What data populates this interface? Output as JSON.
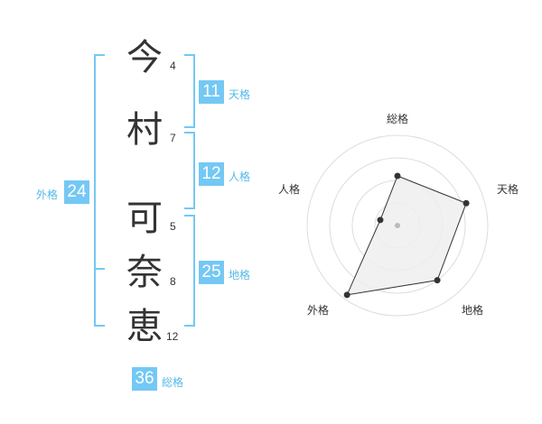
{
  "name": {
    "chars": [
      {
        "char": "今",
        "strokes": "4"
      },
      {
        "char": "村",
        "strokes": "7"
      },
      {
        "char": "可",
        "strokes": "5"
      },
      {
        "char": "奈",
        "strokes": "8"
      },
      {
        "char": "恵",
        "strokes": "12"
      }
    ]
  },
  "kakusu": {
    "tenkaku": {
      "value": "11",
      "label": "天格"
    },
    "jinkaku": {
      "value": "12",
      "label": "人格"
    },
    "chikaku": {
      "value": "25",
      "label": "地格"
    },
    "gaikaku": {
      "value": "24",
      "label": "外格"
    },
    "soukaku": {
      "value": "36",
      "label": "総格"
    }
  },
  "chart_data": {
    "type": "radar",
    "axes": [
      "総格",
      "天格",
      "地格",
      "外格",
      "人格"
    ],
    "values": [
      0.55,
      0.8,
      0.75,
      0.95,
      0.2
    ],
    "rings": 4,
    "colors": {
      "ring": "#dddddd",
      "fill": "#eeeeee",
      "line": "#333333",
      "center": "#bbbbbb"
    }
  }
}
